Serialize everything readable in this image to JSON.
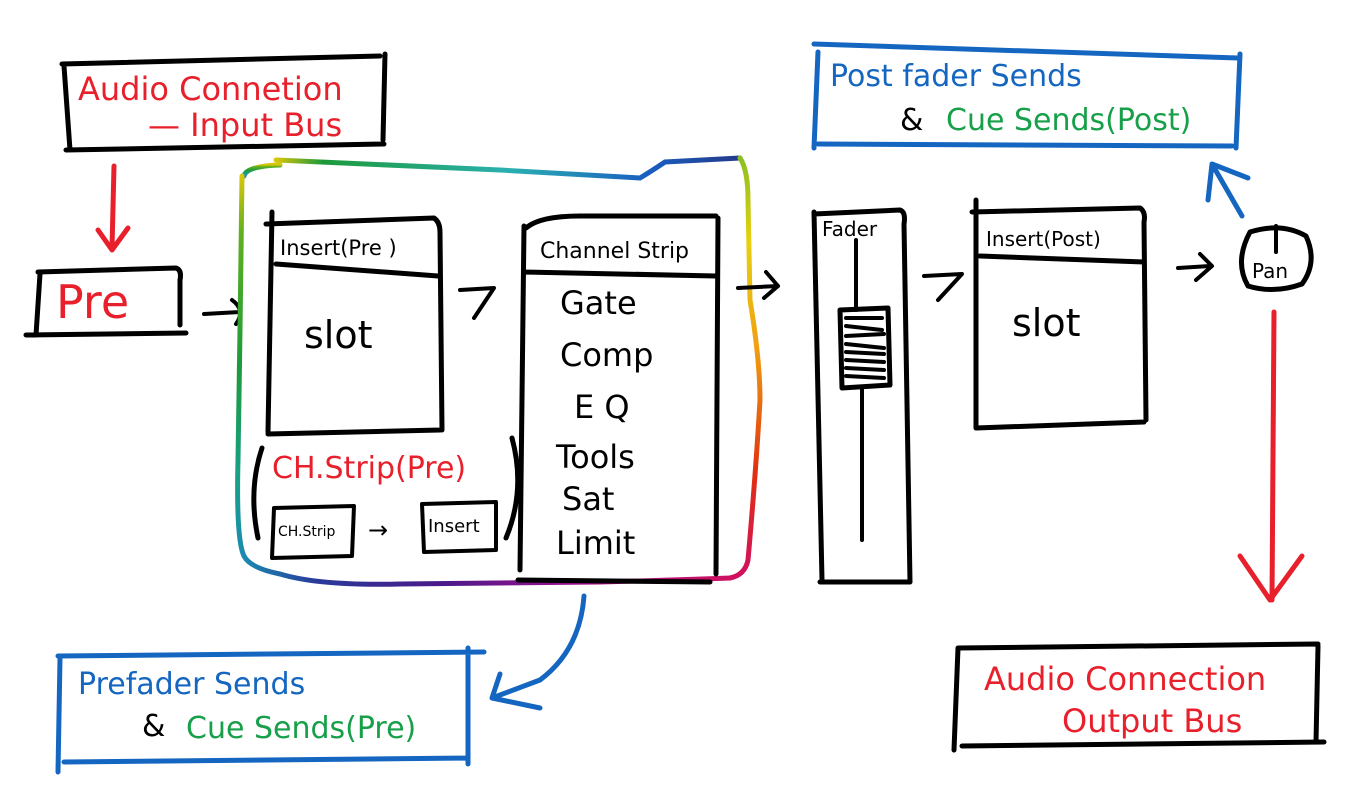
{
  "diagram": {
    "colors": {
      "ink": "#000000",
      "red": "#e8202b",
      "blue": "#1466c0",
      "green": "#17a049",
      "rainbow": [
        "#d8c60a",
        "#1c9a3a",
        "#2ab0b0",
        "#1a5fc0",
        "#243a8a",
        "#d8c60a",
        "#f0a010",
        "#e04010",
        "#d01040",
        "#b0108a",
        "#5a1a8a",
        "#2a3a9a",
        "#1a8ab0",
        "#1c9a3a"
      ]
    },
    "input_bus": {
      "line1": "Audio Connetion",
      "line2": "— Input Bus"
    },
    "pre": {
      "label": "Pre"
    },
    "insert_pre": {
      "title": "Insert(Pre )",
      "body": "slot"
    },
    "channel_strip": {
      "title": "Channel Strip",
      "items": [
        "Gate",
        "Comp",
        "E Q",
        "Tools",
        "Sat",
        "Limit"
      ]
    },
    "ch_strip_pre": {
      "label": "CH.Strip(Pre)",
      "box1": "CH.Strip",
      "arrow": "→",
      "box2": "Insert"
    },
    "fader": {
      "title": "Fader"
    },
    "insert_post": {
      "title": "Insert(Post)",
      "body": "slot"
    },
    "pan": {
      "label": "Pan"
    },
    "post_fader_sends": {
      "line1": "Post fader Sends",
      "amp": "&",
      "line2": "Cue Sends(Post)"
    },
    "pre_fader_sends": {
      "line1": "Prefader Sends",
      "amp": "&",
      "line2": "Cue Sends(Pre)"
    },
    "output_bus": {
      "line1": "Audio Connection",
      "line2": "Output Bus"
    }
  }
}
